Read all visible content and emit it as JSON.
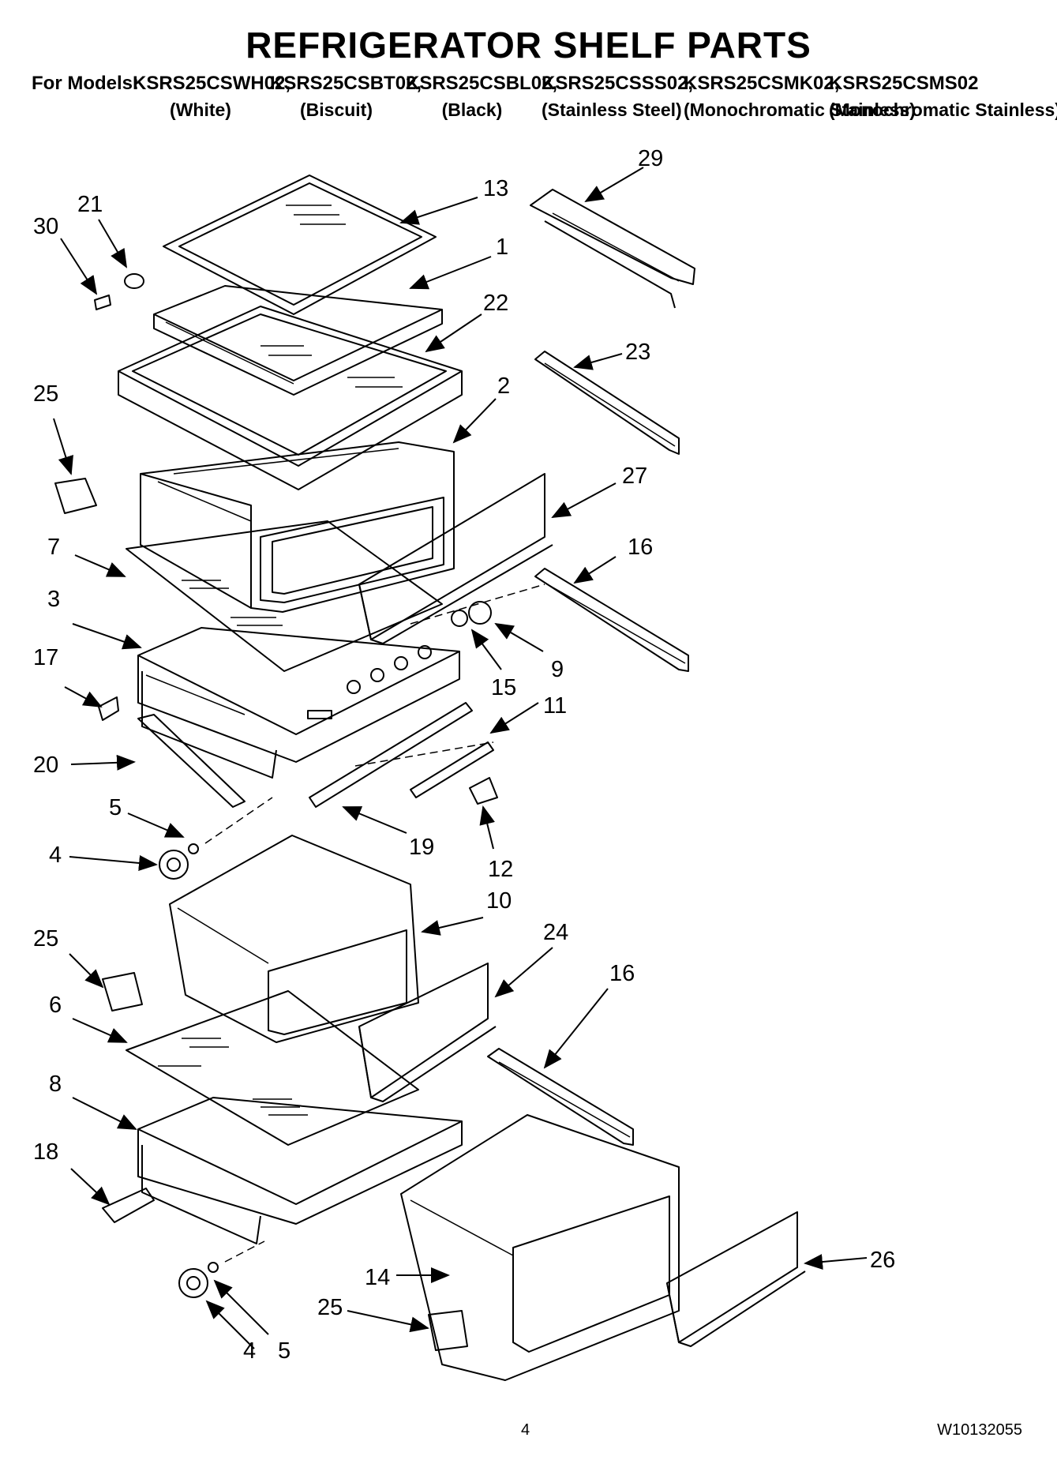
{
  "header": {
    "title": "REFRIGERATOR SHELF PARTS",
    "prefix": "For Models:",
    "models": [
      {
        "name": "KSRS25CSWH02,",
        "color": "(White)"
      },
      {
        "name": "KSRS25CSBT02,",
        "color": "(Biscuit)"
      },
      {
        "name": "KSRS25CSBL02,",
        "color": "(Black)"
      },
      {
        "name": "KSRS25CSSS02,",
        "color": "(Stainless Steel)"
      },
      {
        "name": "KSRS25CSMK02,",
        "color": "(Monochromatic Stainless)"
      },
      {
        "name": "KSRS25CSMS02",
        "color": "(Monochromatic Stainless)"
      }
    ]
  },
  "callouts": [
    "29",
    "21",
    "13",
    "30",
    "1",
    "22",
    "23",
    "25",
    "2",
    "27",
    "7",
    "16",
    "3",
    "9",
    "15",
    "17",
    "11",
    "20",
    "5",
    "19",
    "12",
    "4",
    "10",
    "25",
    "24",
    "6",
    "16",
    "8",
    "18",
    "26",
    "14",
    "25",
    "5",
    "4"
  ],
  "footer": {
    "page_number": "4",
    "doc_number": "W10132055"
  }
}
